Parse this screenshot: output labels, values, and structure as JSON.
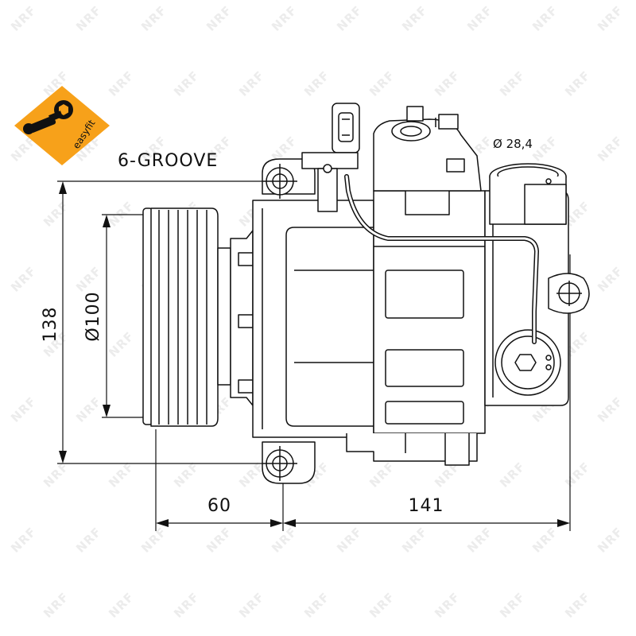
{
  "badge": {
    "text": "easyfit",
    "color": "#f7a11a",
    "icon": "wrench-icon"
  },
  "watermark": {
    "text": "NRF",
    "color": "#ececec"
  },
  "labels": {
    "grooves": "6-GROOVE",
    "port_diameter": "Ø 28,4",
    "height": "138",
    "pulley_diameter": "Ø100",
    "pulley_offset": "60",
    "body_length": "141"
  },
  "colors": {
    "line": "#111111",
    "background": "#ffffff"
  }
}
